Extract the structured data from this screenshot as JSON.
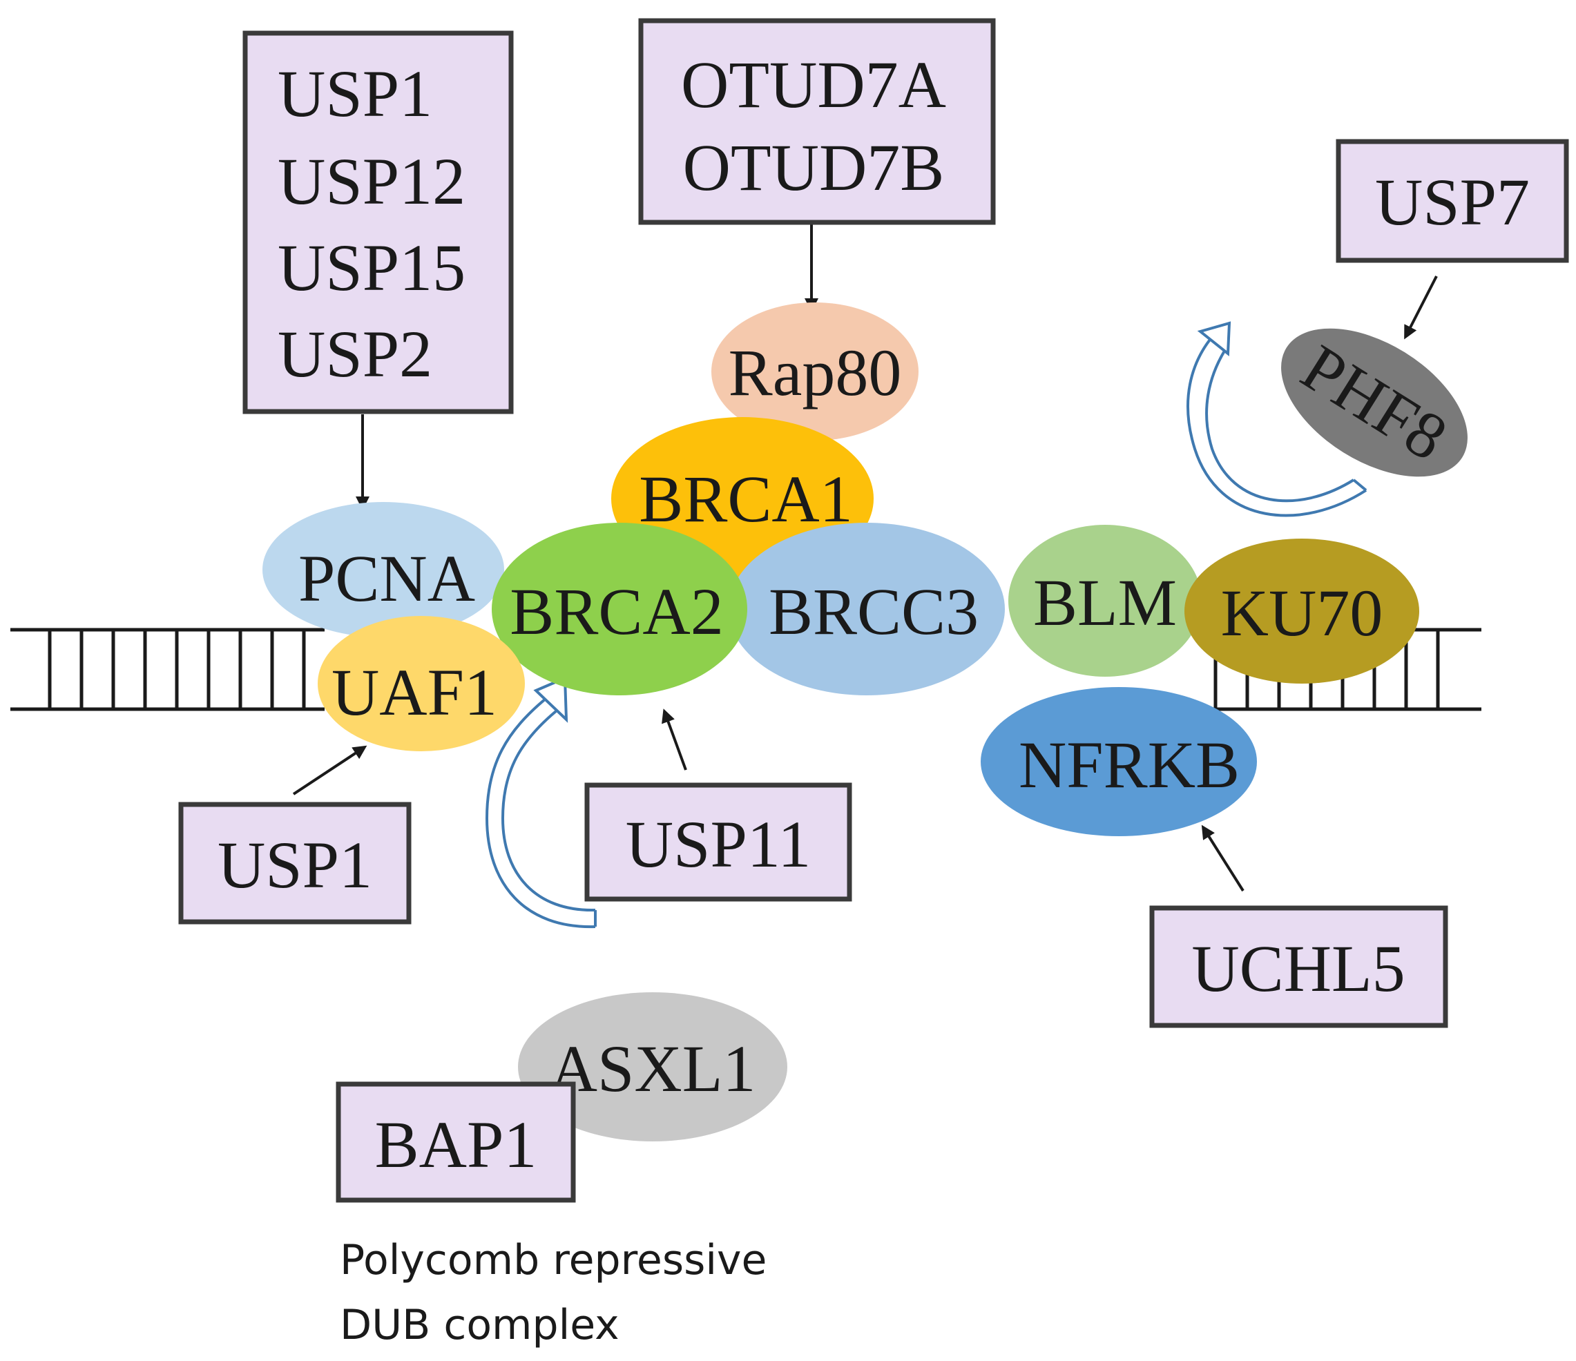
{
  "colors": {
    "box_fill": "#e8dcf2",
    "box_stroke": "#3a3a3a",
    "rap80": "#f5c9ad",
    "brca1": "#fdc00a",
    "pcna": "#bcd8ee",
    "brca2": "#8ed04c",
    "brcc3": "#a3c6e6",
    "uaf1": "#fed86a",
    "blm": "#a9d28c",
    "ku70": "#b69c22",
    "nfrkb": "#5b9bd5",
    "phf8": "#7a7a7a",
    "asxl1": "#c8c8c8",
    "curved_arrow": "#3f79b0"
  },
  "boxes": {
    "usp_group": [
      "USP1",
      "USP12",
      "USP15",
      "USP2"
    ],
    "otud_group": [
      "OTUD7A",
      "OTUD7B"
    ],
    "usp7": "USP7",
    "usp1_lower": "USP1",
    "usp11": "USP11",
    "uchl5": "UCHL5",
    "bap1": "BAP1"
  },
  "nodes": {
    "rap80": "Rap80",
    "brca1": "BRCA1",
    "pcna": "PCNA",
    "brca2": "BRCA2",
    "brcc3": "BRCC3",
    "uaf1": "UAF1",
    "blm": "BLM",
    "ku70": "KU70",
    "nfrkb": "NFRKB",
    "phf8": "PHF8",
    "asxl1": "ASXL1"
  },
  "caption": {
    "line1": "Polycomb repressive",
    "line2": "DUB complex"
  }
}
